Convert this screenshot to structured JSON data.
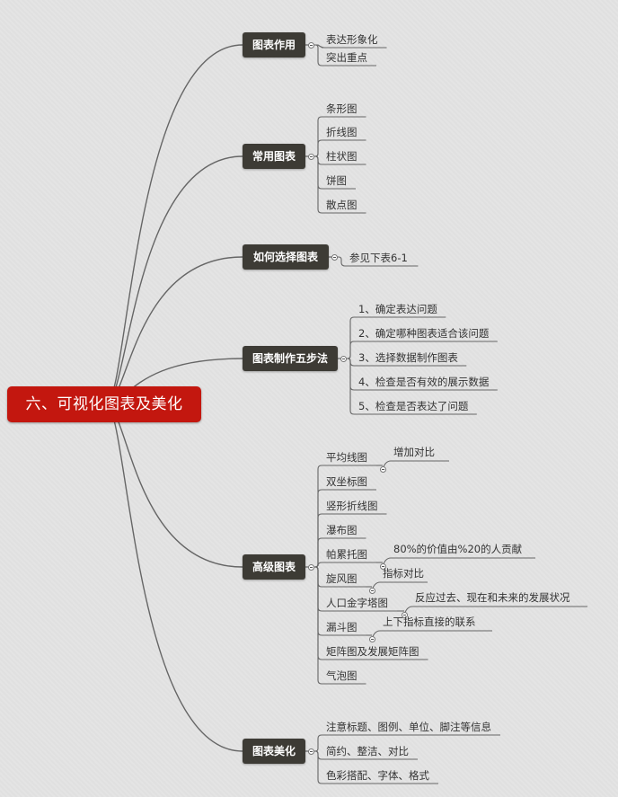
{
  "root": "六、可视化图表及美化",
  "branches": [
    {
      "label": "图表作用",
      "items": [
        "表达形象化",
        "突出重点"
      ]
    },
    {
      "label": "常用图表",
      "items": [
        "条形图",
        "折线图",
        "柱状图",
        "饼图",
        "散点图"
      ]
    },
    {
      "label": "如何选择图表",
      "items": [
        "参见下表6-1"
      ]
    },
    {
      "label": "图表制作五步法",
      "items": [
        "1、确定表达问题",
        "2、确定哪种图表适合该问题",
        "3、选择数据制作图表",
        "4、检查是否有效的展示数据",
        "5、检查是否表达了问题"
      ]
    },
    {
      "label": "高级图表",
      "items": [
        "平均线图",
        "双坐标图",
        "竖形折线图",
        "瀑布图",
        "帕累托图",
        "旋风图",
        "人口金字塔图",
        "漏斗图",
        "矩阵图及发展矩阵图",
        "气泡图"
      ],
      "subitems": {
        "平均线图": "增加对比",
        "帕累托图": "80%的价值由%20的人贡献",
        "旋风图": "指标对比",
        "人口金字塔图": "反应过去、现在和未来的发展状况",
        "漏斗图": "上下指标直接的联系"
      }
    },
    {
      "label": "图表美化",
      "items": [
        "注意标题、图例、单位、脚注等信息",
        "简约、整洁、对比",
        "色彩搭配、字体、格式"
      ]
    }
  ]
}
